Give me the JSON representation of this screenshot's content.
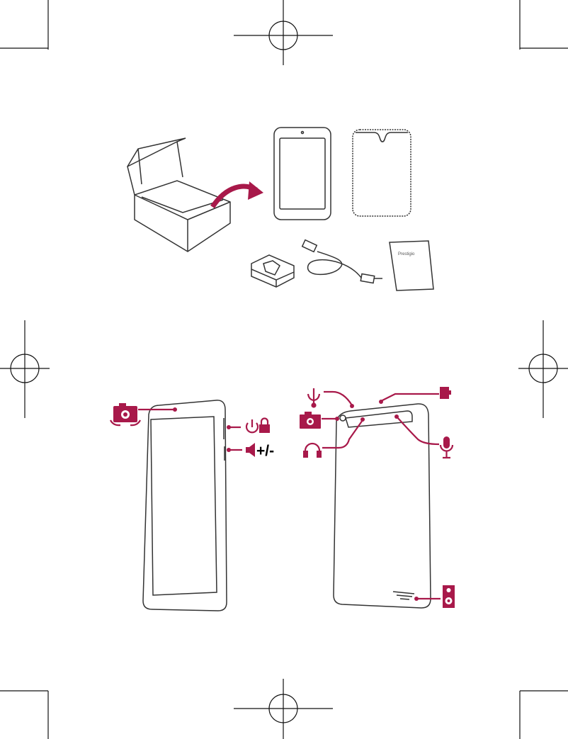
{
  "colors": {
    "accent": "#a8194a",
    "line": "#222222"
  },
  "package_contents": {
    "items": [
      "box",
      "tablet",
      "pouch",
      "charger",
      "usb-cable",
      "manual"
    ],
    "manual_logo": "Prestigio"
  },
  "front_labels": {
    "camera": "front-camera-icon",
    "power": "power-icon",
    "lock": "lock-icon",
    "volume_icon": "speaker-icon",
    "volume_text": "+/-"
  },
  "back_labels": [
    "usb-icon",
    "sd-card-icon",
    "camera-icon",
    "headphones-icon",
    "microphone-icon",
    "loudspeaker-icon"
  ]
}
